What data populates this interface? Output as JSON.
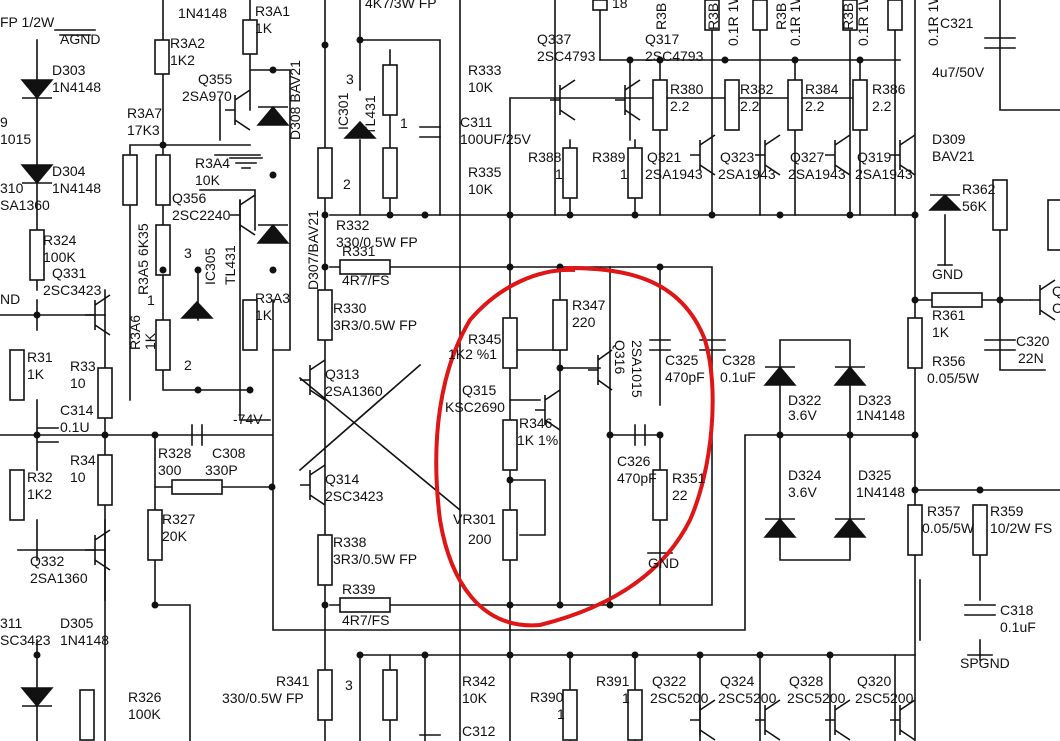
{
  "labels": {
    "top_fp": "FP 1/2W",
    "agnd": "AGND",
    "top_1n4148": "1N4148",
    "top_r3a1": "R3A1",
    "top_1k_a1": "1K",
    "top_4k7": "4K7/3W FP",
    "top_18": "18",
    "top_r3b1": "R3B",
    "top_r3b2": "R3B",
    "top_r3b3": "R3B",
    "top_r3b4": "R3B",
    "top_01r1": "0.1R 1W",
    "top_01r2": "0.1R 1W",
    "top_01r3": "0.1R 1W",
    "top_01r4": "0.1R 1W",
    "c321": "C321",
    "c321v": "4u7/50V",
    "d303": "D303",
    "d303v": "1N4148",
    "d304": "D304",
    "d304v": "1N4148",
    "l9": "9",
    "l1015": "1015",
    "l310": "310",
    "lsa1360": "SA1360",
    "r3a2": "R3A2",
    "r3a2v": "1K2",
    "q355": "Q355",
    "q355v": "2SA970",
    "d308": "D308 BAV21",
    "r3a7": "R3A7",
    "r3a7v": "17K3",
    "r3a4": "R3A4",
    "r3a4v": "10K",
    "q356": "Q356",
    "q356v": "2SC2240",
    "r3a5": "R3A5 6K35",
    "ic305": "IC305",
    "tl431a": "TL431",
    "r3a3": "R3A3",
    "r3a3v": "1K",
    "pin3a": "3",
    "pin2a": "2",
    "pin1a": "1",
    "r3a6": "R3A6",
    "r3a6v": "1K",
    "v74": "-74V",
    "d307": "D307/BAV21",
    "r324": "R324",
    "r324v": "100K",
    "q331": "Q331",
    "q331v": "2SC3423",
    "nd": "ND",
    "r31": "R31",
    "r31v": "1K",
    "r33": "R33",
    "r33v": "10",
    "c314": "C314",
    "c314v": "0.1U",
    "r32": "R32",
    "r32v": "1K2",
    "r34": "R34",
    "r34v": "10",
    "q332": "Q332",
    "q332v": "2SA1360",
    "l311": "311",
    "lsc3423": "SC3423",
    "d305": "D305",
    "d305v": "1N4148",
    "r326": "R326",
    "r326v": "100K",
    "ic301": "IC301",
    "tl431b": "TL431",
    "pin3b": "3",
    "pin1b": "1",
    "pin2b": "2",
    "r333": "R333",
    "r333v": "10K",
    "c311": "C311",
    "c311v": "100UF/25V",
    "r335": "R335",
    "r335v": "10K",
    "r332": "R332",
    "r332v": "330/0.5W FP",
    "r331": "R331",
    "r331v": "4R7/FS",
    "r330": "R330",
    "r330v": "3R3/0.5W FP",
    "q313": "Q313",
    "q313v": "2SA1360",
    "r328": "R328",
    "r328v": "300",
    "c308": "C308",
    "c308v": "330P",
    "q314": "Q314",
    "q314v": "2SC3423",
    "r327": "R327",
    "r327v": "20K",
    "r338": "R338",
    "r338v": "3R3/0.5W FP",
    "r339": "R339",
    "r339v": "4R7/FS",
    "r341": "R341",
    "r341v": "330/0.5W FP",
    "pin3c": "3",
    "r342": "R342",
    "r342v": "10K",
    "c312": "C312",
    "q337": "Q337",
    "q337v": "2SC4793",
    "q317": "Q317",
    "q317v": "2SC4793",
    "r388": "R388",
    "r388v": "1",
    "r389": "R389",
    "r389v": "1",
    "r380": "R380",
    "r380v": "2.2",
    "r382": "R382",
    "r382v": "2.2",
    "r384": "R384",
    "r384v": "2.2",
    "r386": "R386",
    "r386v": "2.2",
    "q321": "Q321",
    "q321v": "2SA1943",
    "q323": "Q323",
    "q323v": "2SA1943",
    "q327": "Q327",
    "q327v": "2SA1943",
    "q319": "Q319",
    "q319v": "2SA1943",
    "d309": "D309",
    "d309v": "BAV21",
    "r362": "R362",
    "r362v": "56K",
    "gnd1": "GND",
    "r345": "R345",
    "r345v": "1K2 %1",
    "r347": "R347",
    "r347v": "220",
    "q316": "Q316",
    "q316v": "2SA1015",
    "c325": "C325",
    "c325v": "470pF",
    "c328": "C328",
    "c328v": "0.1uF",
    "q315": "Q315",
    "q315v": "KSC2690",
    "r346": "R346",
    "r346v": "1K 1%",
    "c326": "C326",
    "c326v": "470pF",
    "r351": "R351",
    "r351v": "22",
    "vr301": "VR301",
    "vr301v": "200",
    "gnd2": "GND",
    "r361": "R361",
    "r361v": "1K",
    "r356": "R356",
    "r356v": "0.05/5W",
    "c320": "C320",
    "c320v": "22N",
    "d322": "D322",
    "d322v": "3.6V",
    "d323": "D323",
    "d323v": "1N4148",
    "d324": "D324",
    "d324v": "3.6V",
    "d325": "D325",
    "d325v": "1N4148",
    "r357": "R357",
    "r357v": "0.05/5W",
    "r359": "R359",
    "r359v": "10/2W FS",
    "c318": "C318",
    "c318v": "0.1uF",
    "spgnd": "SPGND",
    "r390": "R390",
    "r390v": "1",
    "r391": "R391",
    "r391v": "1",
    "q322": "Q322",
    "q322v": "2SC5200",
    "q324": "Q324",
    "q324v": "2SC5200",
    "q328": "Q328",
    "q328v": "2SC5200",
    "q320": "Q320",
    "q320v": "2SC5200",
    "qr": "Q",
    "qr2": "C"
  },
  "colors": {
    "ink": "#111111",
    "highlight": "#e01515",
    "background": "#ffffff"
  }
}
